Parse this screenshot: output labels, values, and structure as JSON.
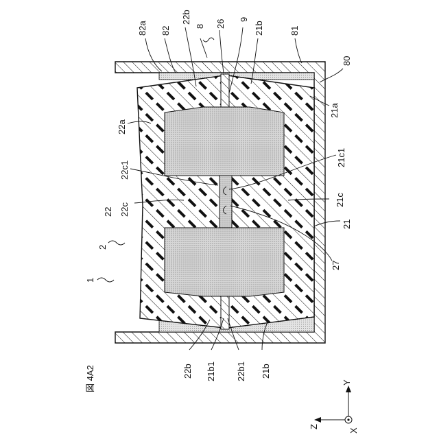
{
  "figure": {
    "caption": "図 4A2"
  },
  "axes": {
    "y": "Y",
    "z": "Z",
    "x": "X"
  },
  "labels": {
    "l1": "1",
    "l2": "2",
    "l8": "8",
    "l9": "9",
    "l21": "21",
    "l21a": "21a",
    "l21b_top": "21b",
    "l21b_bottom": "21b",
    "l21b1": "21b1",
    "l21c": "21c",
    "l21c1": "21c1",
    "l22": "22",
    "l22a": "22a",
    "l22b_top": "22b",
    "l22b_bottom": "22b",
    "l22b1": "22b1",
    "l22c": "22c",
    "l22c1": "22c1",
    "l26": "26",
    "l27": "27",
    "l80": "80",
    "l81": "81",
    "l82": "82",
    "l82a": "82a"
  }
}
